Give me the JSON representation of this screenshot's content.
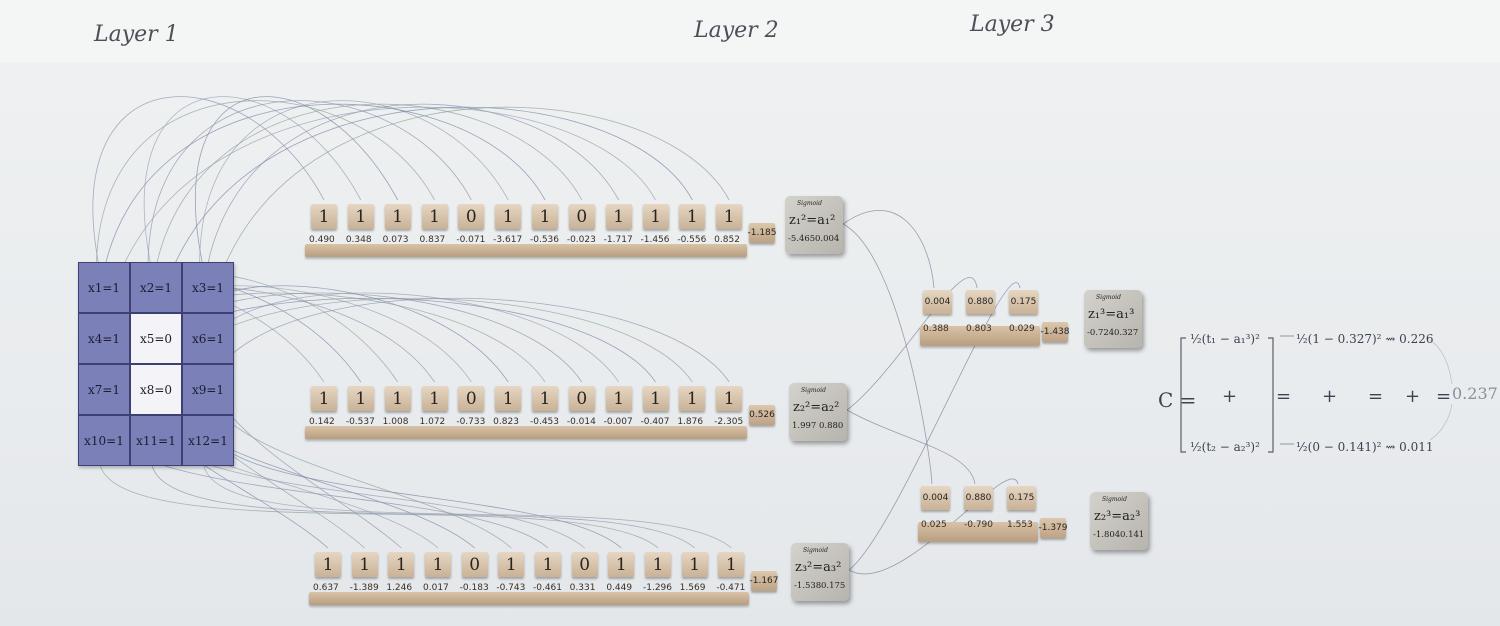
{
  "layers": {
    "layer1_label": "Layer 1",
    "layer2_label": "Layer 2",
    "layer3_label": "Layer 3"
  },
  "input_grid": {
    "cells": [
      {
        "label": "x1=1",
        "on": true
      },
      {
        "label": "x2=1",
        "on": true
      },
      {
        "label": "x3=1",
        "on": true
      },
      {
        "label": "x4=1",
        "on": true
      },
      {
        "label": "x5=0",
        "on": false
      },
      {
        "label": "x6=1",
        "on": true
      },
      {
        "label": "x7=1",
        "on": true
      },
      {
        "label": "x8=0",
        "on": false
      },
      {
        "label": "x9=1",
        "on": true
      },
      {
        "label": "x10=1",
        "on": true
      },
      {
        "label": "x11=1",
        "on": true
      },
      {
        "label": "x12=1",
        "on": true
      }
    ]
  },
  "layer2": {
    "neurons": [
      {
        "inputs": [
          "1",
          "1",
          "1",
          "1",
          "0",
          "1",
          "1",
          "0",
          "1",
          "1",
          "1",
          "1"
        ],
        "weights": [
          "0.490",
          "0.348",
          "0.073",
          "0.837",
          "-0.071",
          "-3.617",
          "-0.536",
          "-0.023",
          "-1.717",
          "-1.456",
          "-0.556",
          "0.852"
        ],
        "bias": "-1.185",
        "sigmoid_label": "Sigmoid",
        "z": "-5.465",
        "a": "0.004",
        "z_sym": "z₁²",
        "a_sym": "a₁²"
      },
      {
        "inputs": [
          "1",
          "1",
          "1",
          "1",
          "0",
          "1",
          "1",
          "0",
          "1",
          "1",
          "1",
          "1"
        ],
        "weights": [
          "0.142",
          "-0.537",
          "1.008",
          "1.072",
          "-0.733",
          "0.823",
          "-0.453",
          "-0.014",
          "-0.007",
          "-0.407",
          "1.876",
          "-2.305"
        ],
        "bias": "0.526",
        "sigmoid_label": "Sigmoid",
        "z": "1.997",
        "a": "0.880",
        "z_sym": "z₂²",
        "a_sym": "a₂²"
      },
      {
        "inputs": [
          "1",
          "1",
          "1",
          "1",
          "0",
          "1",
          "1",
          "0",
          "1",
          "1",
          "1",
          "1"
        ],
        "weights": [
          "0.637",
          "-1.389",
          "1.246",
          "0.017",
          "-0.183",
          "-0.743",
          "-0.461",
          "0.331",
          "0.449",
          "-1.296",
          "1.569",
          "-0.471"
        ],
        "bias": "-1.167",
        "sigmoid_label": "Sigmoid",
        "z": "-1.538",
        "a": "0.175",
        "z_sym": "z₃²",
        "a_sym": "a₃²"
      }
    ]
  },
  "layer3": {
    "neurons": [
      {
        "inputs": [
          "0.004",
          "0.880",
          "0.175"
        ],
        "weights": [
          "0.388",
          "0.803",
          "0.029"
        ],
        "bias": "-1.438",
        "sigmoid_label": "Sigmoid",
        "z": "-0.724",
        "a": "0.327",
        "z_sym": "z₁³",
        "a_sym": "a₁³"
      },
      {
        "inputs": [
          "0.004",
          "0.880",
          "0.175"
        ],
        "weights": [
          "0.025",
          "-0.790",
          "1.553"
        ],
        "bias": "-1.379",
        "sigmoid_label": "Sigmoid",
        "z": "-1.804",
        "a": "0.141",
        "z_sym": "z₂³",
        "a_sym": "a₂³"
      }
    ]
  },
  "cost": {
    "c_label": "C =",
    "term1": "½(t₁ − a₁³)²",
    "term2": "½(t₂ − a₂³)²",
    "plus": "+",
    "equals": "=",
    "expanded1": "½(1 − 0.327)² ⇝ 0.226",
    "expanded2": "½(0 − 0.141)² ⇝ 0.011",
    "value1": "0.226",
    "value2": "0.011",
    "total": "0.237"
  }
}
